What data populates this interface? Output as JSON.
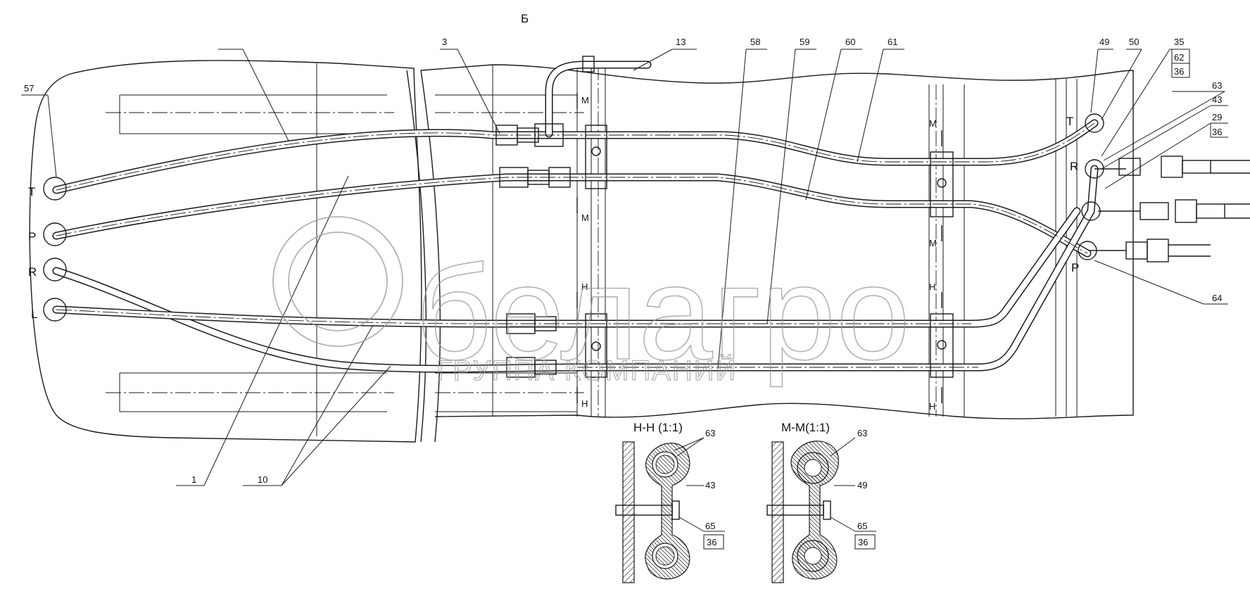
{
  "view_label": "Б",
  "port_labels": {
    "left": [
      "T",
      "P",
      "R",
      "L"
    ],
    "right_top": "T",
    "right_mid": "R",
    "right_bottom": "P"
  },
  "section_marks": {
    "m_upper": "М",
    "m_lower": "М",
    "m_right_upper": "М",
    "m_right_lower": "М",
    "h_upper": "Н",
    "h_lower": "Н",
    "h_right_upper": "Н",
    "h_right_lower": "Н"
  },
  "callouts": {
    "c57": "57",
    "c3": "3",
    "c13": "13",
    "c58": "58",
    "c59": "59",
    "c60": "60",
    "c61": "61",
    "c49": "49",
    "c50": "50",
    "c35": "35",
    "c62": "62",
    "c36a": "36",
    "c63": "63",
    "c43": "43",
    "c29": "29",
    "c36b": "36",
    "c64": "64",
    "c1": "1",
    "c10": "10"
  },
  "sections": {
    "hh": {
      "title": "Н-Н (1:1)",
      "c63": "63",
      "c43": "43",
      "c65": "65",
      "c36": "36"
    },
    "mm": {
      "title": "М-М(1:1)",
      "c63": "63",
      "c49": "49",
      "c65": "65",
      "c36": "36"
    }
  },
  "watermark": {
    "brand": "белагро",
    "subtitle": "ГРУППА КОМПАНИЙ"
  }
}
